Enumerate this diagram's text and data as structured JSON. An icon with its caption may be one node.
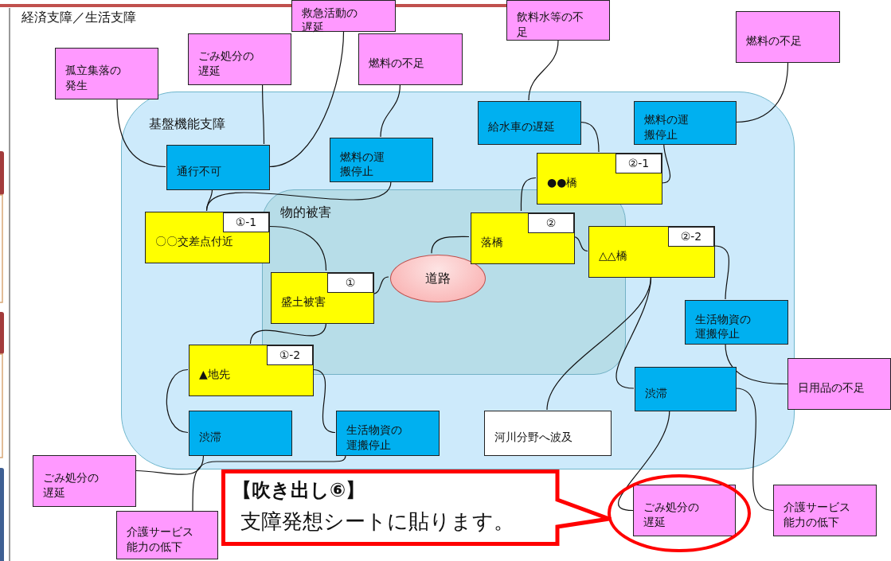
{
  "diagram": {
    "title": "経済支障／生活支障",
    "nodes": [
      {
        "text": [
          "基盤機能支障"
        ]
      },
      {
        "text": [
          "物的被害"
        ],
        "in": 0
      },
      {
        "text": [
          "道路"
        ],
        "in": 1
      },
      {
        "text": [
          "①",
          "盛土被害"
        ],
        "in": 1
      },
      {
        "text": [
          "②",
          "落橋"
        ],
        "in": 1
      },
      {
        "text": [
          "①-1",
          "〇〇交差点付近"
        ],
        "in": 0
      },
      {
        "text": [
          "①-2",
          "▲地先"
        ],
        "in": 0
      },
      {
        "text": [
          "②-1",
          "●●橋"
        ],
        "in": 0
      },
      {
        "text": [
          "②-2",
          "△△橋"
        ],
        "in": 0
      },
      {
        "text": [
          "通行不可"
        ],
        "in": 0
      },
      {
        "text": [
          "燃料の運搬停止"
        ],
        "in": 0
      },
      {
        "text": [
          "給水車の遅延"
        ],
        "in": 0
      },
      {
        "text": [
          "燃料の運搬停止"
        ],
        "in": 0
      },
      {
        "text": [
          "生活物資の運搬停止"
        ],
        "in": 0
      },
      {
        "text": [
          "渋滞"
        ],
        "in": 0
      },
      {
        "text": [
          "河川分野へ波及"
        ],
        "in": 0
      },
      {
        "text": [
          "渋滞"
        ],
        "in": 0
      },
      {
        "text": [
          "生活物資の運搬停止"
        ],
        "in": 0
      },
      {
        "text": [
          "孤立集落の発生"
        ]
      },
      {
        "text": [
          "ごみ処分の遅延"
        ]
      },
      {
        "text": [
          "救急活動の遅延"
        ]
      },
      {
        "text": [
          "燃料の不足"
        ]
      },
      {
        "text": [
          "飲料水等の不足"
        ]
      },
      {
        "text": [
          "燃料の不足"
        ]
      },
      {
        "text": [
          "日用品の不足"
        ]
      },
      {
        "text": [
          "ごみ処分の遅延"
        ]
      },
      {
        "text": [
          "介護サービス能力の低下"
        ]
      },
      {
        "text": [
          "ごみ処分の遅延"
        ]
      },
      {
        "text": [
          "介護サービス能力の低下"
        ]
      },
      {
        "text": [
          "【吹き出し⑥】",
          "支障発想シートに貼ります。"
        ]
      }
    ],
    "edges": [
      {
        "from": 2,
        "to": 3,
        "arrow": "none"
      },
      {
        "from": 2,
        "to": 4,
        "arrow": "none"
      },
      {
        "from": 3,
        "to": 5,
        "arrow": "none"
      },
      {
        "from": 3,
        "to": 6,
        "arrow": "none"
      },
      {
        "from": 4,
        "to": 7,
        "arrow": "none"
      },
      {
        "from": 4,
        "to": 8,
        "arrow": "none"
      },
      {
        "from": 5,
        "to": 9,
        "arrow": "none"
      },
      {
        "from": 5,
        "to": 10,
        "arrow": "none"
      },
      {
        "from": 9,
        "to": 18,
        "arrow": "none"
      },
      {
        "from": 9,
        "to": 19,
        "arrow": "none"
      },
      {
        "from": 9,
        "to": 20,
        "arrow": "none"
      },
      {
        "from": 10,
        "to": 21,
        "arrow": "none"
      },
      {
        "from": 7,
        "to": 11,
        "arrow": "none"
      },
      {
        "from": 7,
        "to": 12,
        "arrow": "none"
      },
      {
        "from": 11,
        "to": 22,
        "arrow": "none"
      },
      {
        "from": 12,
        "to": 23,
        "arrow": "none"
      },
      {
        "from": 8,
        "to": 13,
        "arrow": "none"
      },
      {
        "from": 8,
        "to": 14,
        "arrow": "none"
      },
      {
        "from": 8,
        "to": 15,
        "arrow": "none"
      },
      {
        "from": 13,
        "to": 24,
        "arrow": "none"
      },
      {
        "from": 14,
        "to": 27,
        "arrow": "none"
      },
      {
        "from": 14,
        "to": 28,
        "arrow": "none"
      },
      {
        "from": 6,
        "to": 16,
        "arrow": "none"
      },
      {
        "from": 6,
        "to": 17,
        "arrow": "none"
      },
      {
        "from": 16,
        "to": 25,
        "arrow": "none"
      },
      {
        "from": 17,
        "to": 26,
        "arrow": "none"
      }
    ]
  }
}
